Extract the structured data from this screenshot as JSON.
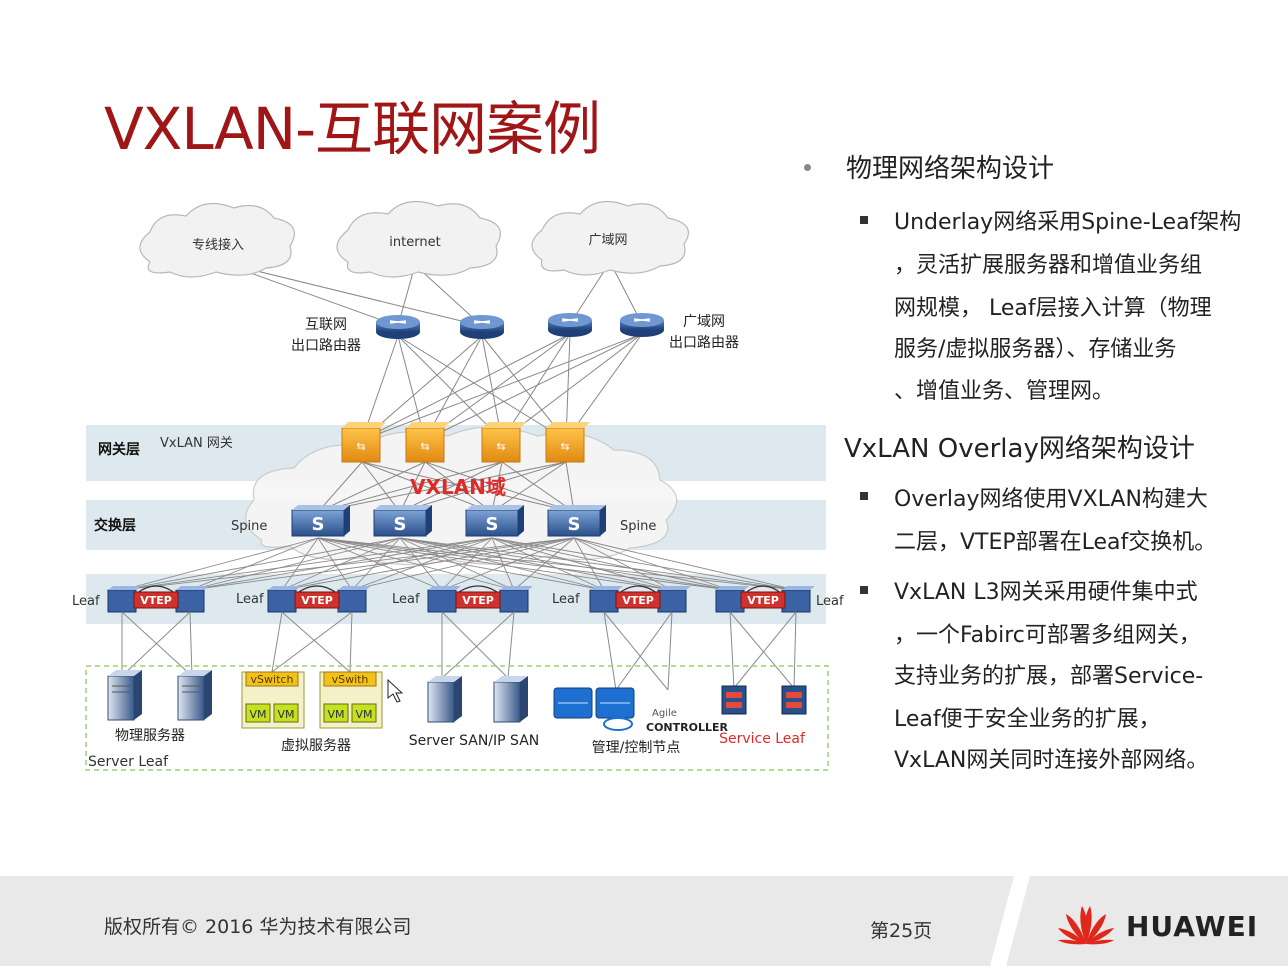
{
  "title": "VXLAN-互联网案例",
  "right_panel": {
    "section1": {
      "heading": "物理网络架构设计",
      "items": [
        {
          "lines": [
            "Underlay网络采用Spine-Leaf架构",
            "，灵活扩展服务器和增值业务组",
            "网规模， Leaf层接入计算（物理",
            "服务/虚拟服务器）、存储业务",
            "、增值业务、管理网。"
          ]
        }
      ]
    },
    "section2": {
      "heading": "VxLAN Overlay网络架构设计",
      "items": [
        {
          "lines": [
            "Overlay网络使用VXLAN构建大",
            "二层，VTEP部署在Leaf交换机。"
          ]
        },
        {
          "lines": [
            "VxLAN L3网关采用硬件集中式",
            "，一个Fabirc可部署多组网关，",
            "支持业务的扩展，部署Service-",
            "Leaf便于安全业务的扩展，",
            "VxLAN网关同时连接外部网络。"
          ]
        }
      ]
    }
  },
  "diagram": {
    "clouds": [
      "专线接入",
      "internet",
      "广域网"
    ],
    "internet_router_label": [
      "互联网",
      "出口路由器"
    ],
    "wan_router_label": [
      "广域网",
      "出口路由器"
    ],
    "gateway_layer": "网关层",
    "gateway_label": "VxLAN 网关",
    "switch_layer": "交换层",
    "vxlan_domain": "VXLAN域",
    "spine_left": "Spine",
    "spine_right": "Spine",
    "spine_glyph": "S",
    "leaf_label": "Leaf",
    "vtep_label": "VTEP",
    "vswitch_1": "vSwitch",
    "vswitch_2": "vSwith",
    "vm_label": "VM",
    "physical_servers": "物理服务器",
    "virtual_servers": "虚拟服务器",
    "san": "Server SAN/IP SAN",
    "mgmt": "管理/控制节点",
    "agile": "Agile",
    "controller": "CONTROLLER",
    "service_leaf": "Service Leaf",
    "server_leaf": "Server Leaf",
    "colors": {
      "red": "#d0312d",
      "navy": "#1f3f78",
      "orange": "#f2a22c",
      "band": "#dde9ee"
    }
  },
  "footer": {
    "copyright": "版权所有© 2016 华为技术有限公司",
    "page": "第25页",
    "brand": "HUAWEI"
  }
}
